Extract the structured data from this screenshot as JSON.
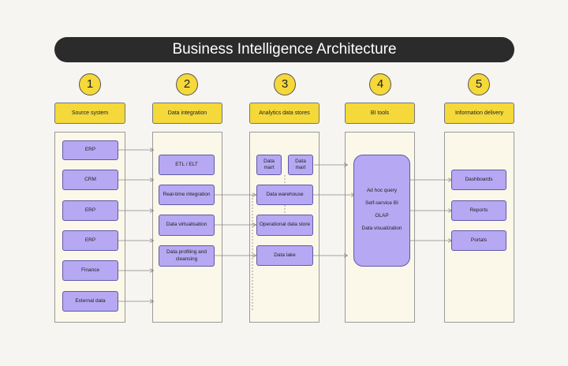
{
  "title": "Business Intelligence Architecture",
  "colors": {
    "title_bg": "#2b2b2b",
    "accent_yellow": "#f5d83a",
    "box_purple": "#b6a8f2",
    "column_bg": "#fbf8e9"
  },
  "steps": [
    {
      "number": "1",
      "label": "Source system"
    },
    {
      "number": "2",
      "label": "Data integration"
    },
    {
      "number": "3",
      "label": "Analytics data stores"
    },
    {
      "number": "4",
      "label": "BI tools"
    },
    {
      "number": "5",
      "label": "Information delivery"
    }
  ],
  "sources": [
    "ERP",
    "CRM",
    "ERP",
    "ERP",
    "Finance",
    "External data"
  ],
  "integration": [
    "ETL / ELT",
    "Real-time integration",
    "Data virtualisation",
    "Data profiling and cleansing"
  ],
  "stores": {
    "mart1": "Data mart",
    "mart2": "Data mart",
    "warehouse": "Data warehouse",
    "ods": "Operational data store",
    "lake": "Data lake"
  },
  "bi_tools": [
    "Ad hoc query",
    "Self-service BI",
    "OLAP",
    "Data visualization"
  ],
  "delivery": [
    "Dashboards",
    "Reports",
    "Portals"
  ]
}
